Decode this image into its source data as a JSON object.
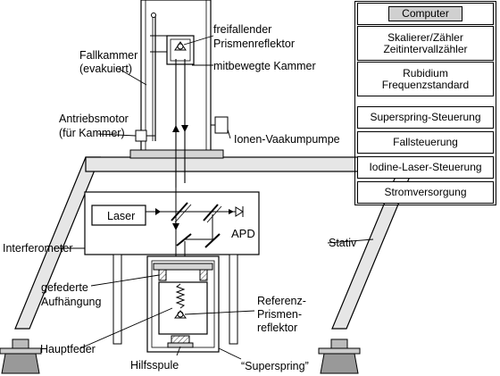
{
  "labels": {
    "freefall_reflector_line1": "freifallender",
    "freefall_reflector_line2": "Prismenreflektor",
    "co_moving_chamber": "mitbewegte Kammer",
    "drop_chamber_line1": "Fallkammer",
    "drop_chamber_line2": "(evakuiert)",
    "drive_motor_line1": "Antriebsmotor",
    "drive_motor_line2": "(für Kammer)",
    "ion_pump": "Ionen-Vaakumpumpe",
    "laser": "Laser",
    "apd": "APD",
    "interferometer": "Interferometer",
    "stand": "Stativ",
    "sprung_suspension_line1": "gefederte",
    "sprung_suspension_line2": "Aufhängung",
    "main_spring": "Hauptfeder",
    "reference_reflector_line1": "Referenz-",
    "reference_reflector_line2": "Prismen-",
    "reference_reflector_line3": "reflektor",
    "auxiliary_coil": "Hilfsspule",
    "superspring": "“Superspring”"
  },
  "rack": {
    "computer": "Computer",
    "counter_line1": "Skalierer/Zähler",
    "counter_line2": "Zeitintervallzähler",
    "rubidium_line1": "Rubidium",
    "rubidium_line2": "Frequenzstandard",
    "superspring_control": "Superspring-Steuerung",
    "drop_control": "Fallsteuerung",
    "iodine_laser_control": "Iodine-Laser-Steuerung",
    "power_supply": "Stromversorgung"
  }
}
